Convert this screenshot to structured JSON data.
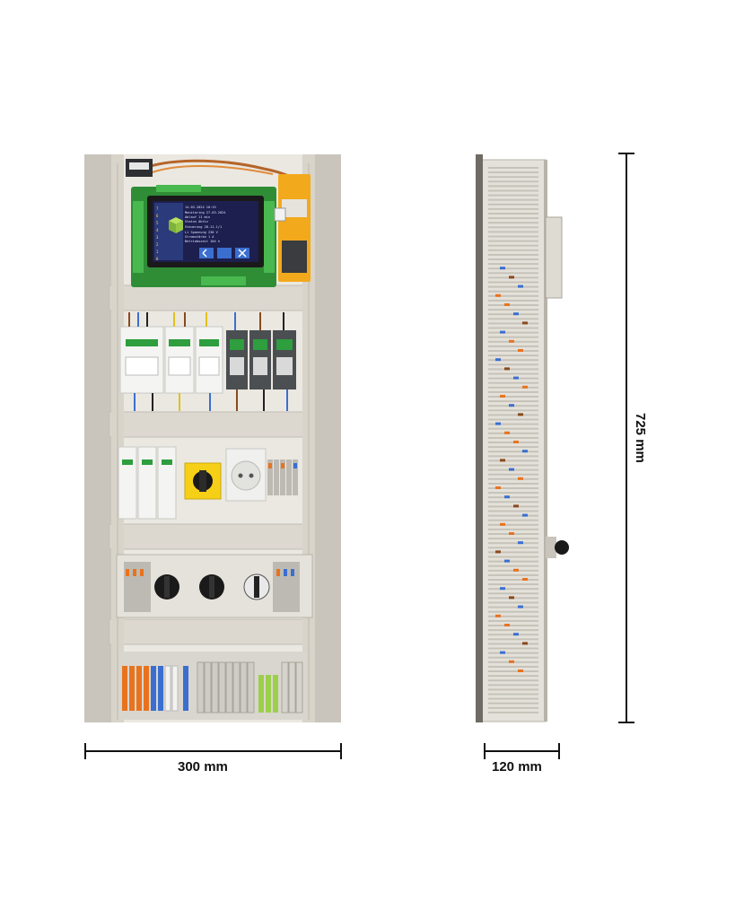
{
  "dimensions": {
    "width_label": "300 mm",
    "depth_label": "120 mm",
    "height_label": "725 mm"
  },
  "display_screen": {
    "lines": [
      "14.03.2024 10:15",
      "Monitoring 27.03.2024",
      "Ablauf 11 min",
      "Status Aktiv",
      "Steuerung 28.11.1/1",
      "L1 Spannung 230 V",
      "Stromstärke 1 A",
      "Betriebszeit 104 h"
    ],
    "level_labels": [
      "7",
      "6",
      "5",
      "4",
      "3",
      "2",
      "1",
      "0"
    ]
  },
  "colors": {
    "enclosure": "#cfcbc2",
    "mounting_plate": "#e9e6df",
    "duct": "#dcd8cf",
    "breaker": "#f4f4f2",
    "breaker_accent": "#2e9e3e",
    "contactor": "#4b4f52",
    "psu": "#f2a91b",
    "selector": "#f6cf17",
    "terminal_orange": "#e8731f",
    "terminal_blue": "#3a6fd0",
    "terminal_gray": "#bdbab3",
    "pcb": "#2f8d36",
    "screen_bg": "#1d1f4f",
    "dim_line": "#111111"
  }
}
